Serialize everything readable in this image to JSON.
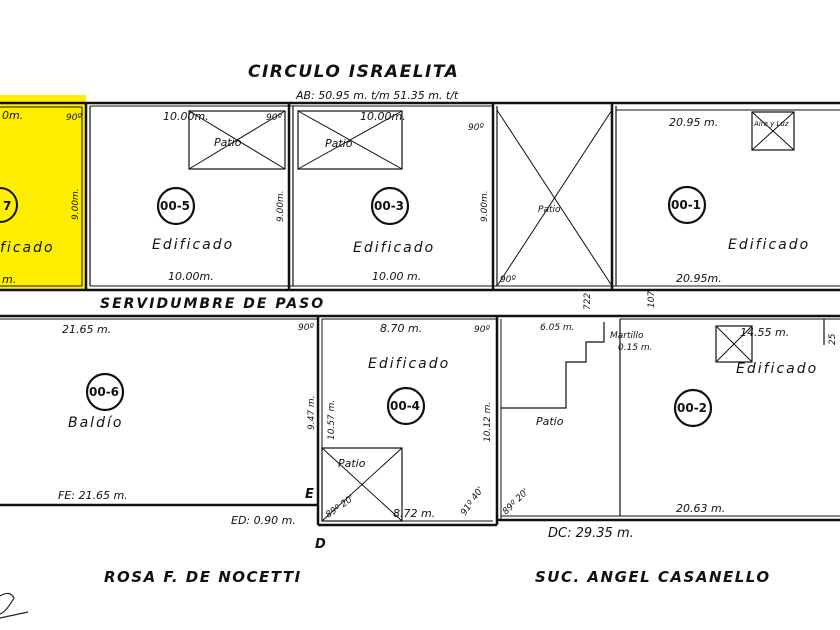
{
  "plan": {
    "highlight_color": "#ffee00",
    "neighbors": {
      "north": "CIRCULO ISRAELITA",
      "south_west": "ROSA F. DE NOCETTI",
      "south_east": "SUC. ANGEL CASANELLO"
    },
    "north_measure": "AB: 50.95 m. t/m 51.35 m. t/t",
    "easement": "SERVIDUMBRE DE PASO",
    "lots": {
      "highlighted": {
        "id": "7",
        "label": "ficado",
        "top": "0m.",
        "bottom": "m.",
        "side": "9.00m.",
        "angle": "90º"
      },
      "l5": {
        "id": "00-5",
        "label": "Edificado",
        "top": "10.00m.",
        "bottom": "10.00m.",
        "side": "9.00m.",
        "angle": "90º",
        "patio": "Patio"
      },
      "l3": {
        "id": "00-3",
        "label": "Edificado",
        "top": "10.00m.",
        "bottom": "10.00 m.",
        "side": "9.00m.",
        "angle": "90º",
        "patio": "Patio"
      },
      "patio_mid": {
        "label": "Patio",
        "angle": "90º"
      },
      "l1": {
        "id": "00-1",
        "label": "Edificado",
        "top": "20.95 m.",
        "bottom": "20.95m.",
        "airlight": "Aire y Luz"
      },
      "l6": {
        "id": "00-6",
        "label": "Baldío",
        "top": "21.65 m.",
        "bottom": "FE: 21.65 m.",
        "angle": "90º"
      },
      "l4": {
        "id": "00-4",
        "label": "Edificado",
        "top": "8.70 m.",
        "bottom": "8.72 m.",
        "left_side": "9.47 m.",
        "inner_side": "10.57 m.",
        "right_side": "10.12 m.",
        "angle_tr": "90º",
        "angle_bl": "89º 20'",
        "angle_br": "91º 40'",
        "patio": "Patio"
      },
      "l2": {
        "id": "00-2",
        "label": "Edificado",
        "top": "14.55 m.",
        "bottom": "20.63 m.",
        "corner_top": "6.05 m.",
        "patio": "Patio",
        "angle_bl": "89º 20'",
        "martillo": "Martillo",
        "martillo_val": "0.15 m.",
        "small_left": "722",
        "small_right": "107",
        "tiny": "25"
      }
    },
    "point_e": "E",
    "point_d": "D",
    "ed_measure": "ED: 0.90 m.",
    "dc_measure": "DC: 29.35 m."
  }
}
